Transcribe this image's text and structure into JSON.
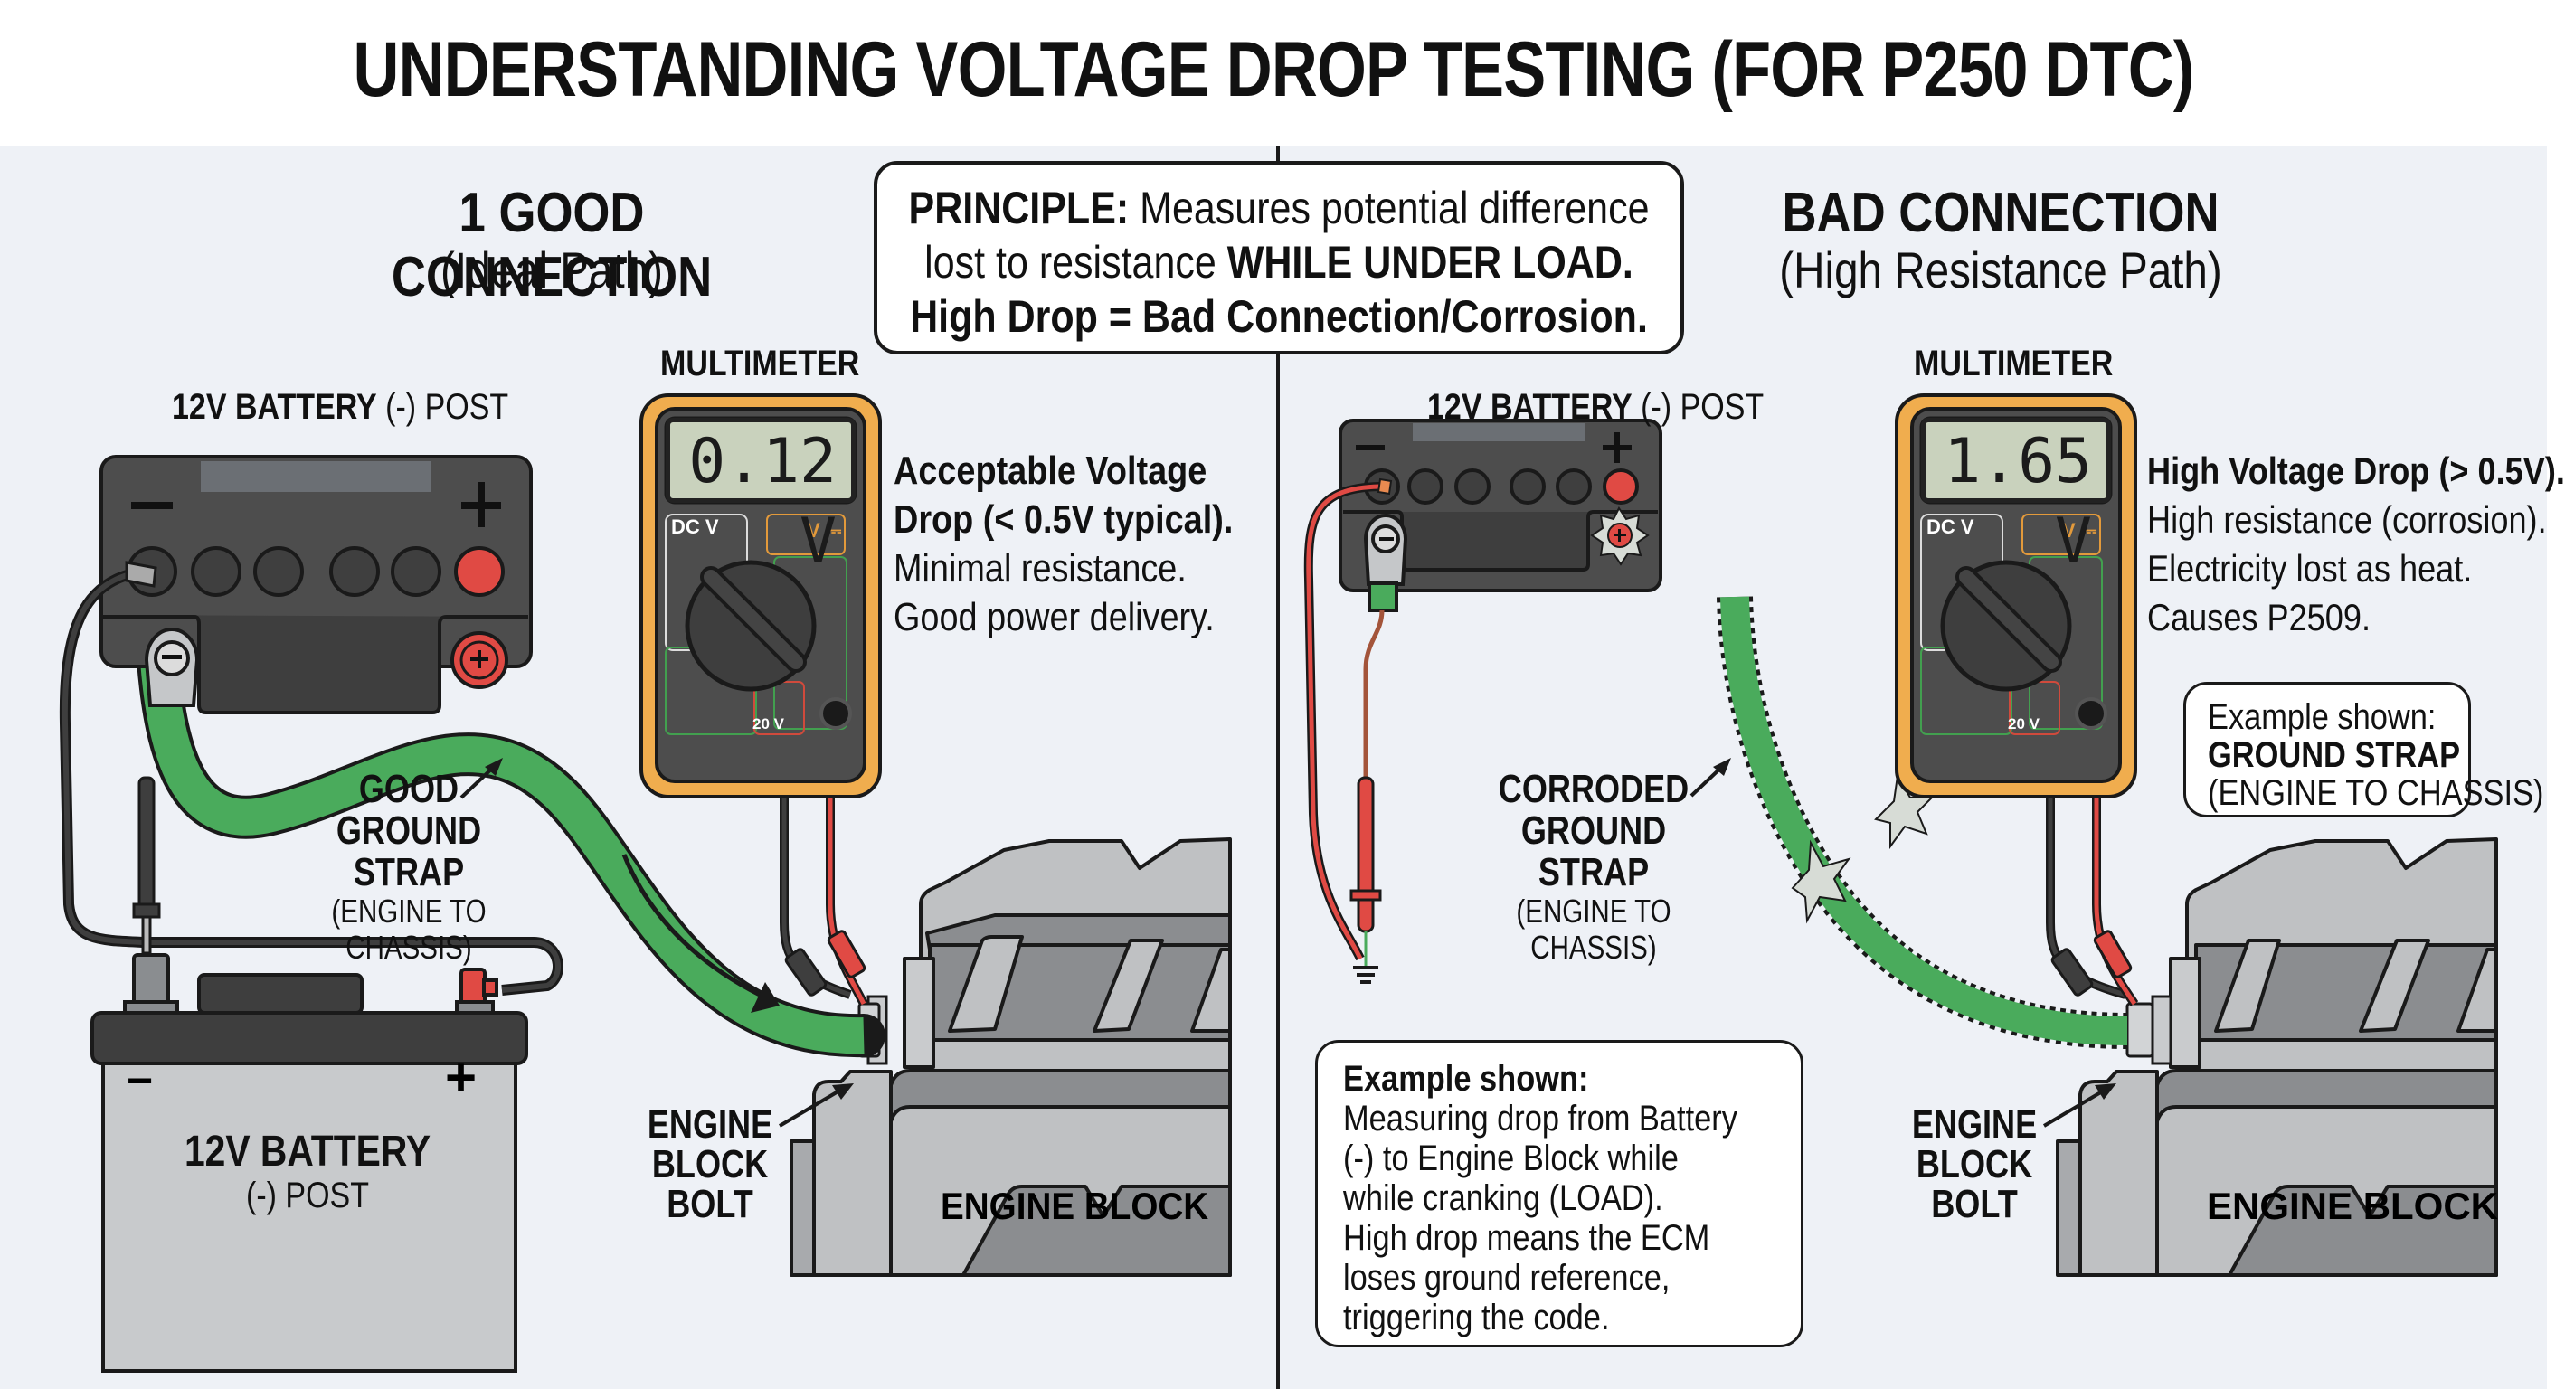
{
  "title": "UNDERSTANDING VOLTAGE DROP TESTING (FOR P250 DTC)",
  "principle": {
    "label": "PRINCIPLE:",
    "text1": " Measures potential difference",
    "text2": "lost to resistance ",
    "text2_bold": "WHILE UNDER LOAD.",
    "text3": "High Drop = Bad Connection/Corrosion."
  },
  "colors": {
    "strap_green": "#4aab5c",
    "probe_red": "#e04a44",
    "meter_orange": "#f0ad4e",
    "battery_dark": "#4d4d4d",
    "lcd_bg": "#c9d2bd",
    "engine_gray": "#bfc1c3",
    "panel_bg": "#eef1f6"
  },
  "left": {
    "heading": "1 GOOD CONNECTION",
    "subheading": "(Ideal Path)",
    "battery_top_label_bold": "12V BATTERY",
    "battery_top_label_norm": " (-) POST",
    "multimeter_label": "MULTIMETER",
    "multimeter_reading": "0.12 V",
    "dial_labels": {
      "dcv": "DC V",
      "vac": "V ⎓",
      "range_20v": "20 V"
    },
    "desc": {
      "line1": "Acceptable Voltage",
      "line2": "Drop (< 0.5V typical).",
      "line3": "Minimal resistance.",
      "line4": "Good power delivery."
    },
    "strap_label": {
      "line1": "GOOD",
      "line2": "GROUND STRAP",
      "line3": "(ENGINE TO CHASSIS)"
    },
    "battery_label": {
      "line1": "12V BATTERY",
      "line2": "(-) POST",
      "minus": "−",
      "plus": "+"
    },
    "bolt_label": {
      "line1": "ENGINE",
      "line2": "BLOCK",
      "line3": "BOLT"
    },
    "engine_label": "ENGINE BLOCK"
  },
  "right": {
    "heading": "BAD CONNECTION",
    "subheading": "(High Resistance Path)",
    "battery_top_label_bold": "12V BATTERY",
    "battery_top_label_norm": " (-) POST",
    "multimeter_label": "MULTIMETER",
    "multimeter_reading": "1.65 V",
    "dial_labels": {
      "dcv": "DC V",
      "vac": "V ⎓",
      "range_20v": "20 V"
    },
    "desc": {
      "line1": "High Voltage Drop (> 0.5V).",
      "line2": "High resistance (corrosion).",
      "line3": "Electricity lost as heat.",
      "line4": "Causes P2509."
    },
    "example_box": {
      "line1": "Example shown:",
      "line2": "GROUND STRAP",
      "line3": "(ENGINE TO CHASSIS)"
    },
    "strap_label": {
      "line1": "CORRODED",
      "line2": "GROUND STRAP",
      "line3": "(ENGINE TO CHASSIS)"
    },
    "example_detail": {
      "heading": "Example shown:",
      "lines": [
        "Measuring drop from Battery",
        "(-) to Engine Block while",
        "while cranking (LOAD).",
        "High drop means the ECM",
        "loses ground reference,",
        "triggering the code."
      ]
    },
    "bolt_label": {
      "line1": "ENGINE",
      "line2": "BLOCK",
      "line3": "BOLT"
    },
    "engine_label": "ENGINE BLOCK"
  }
}
